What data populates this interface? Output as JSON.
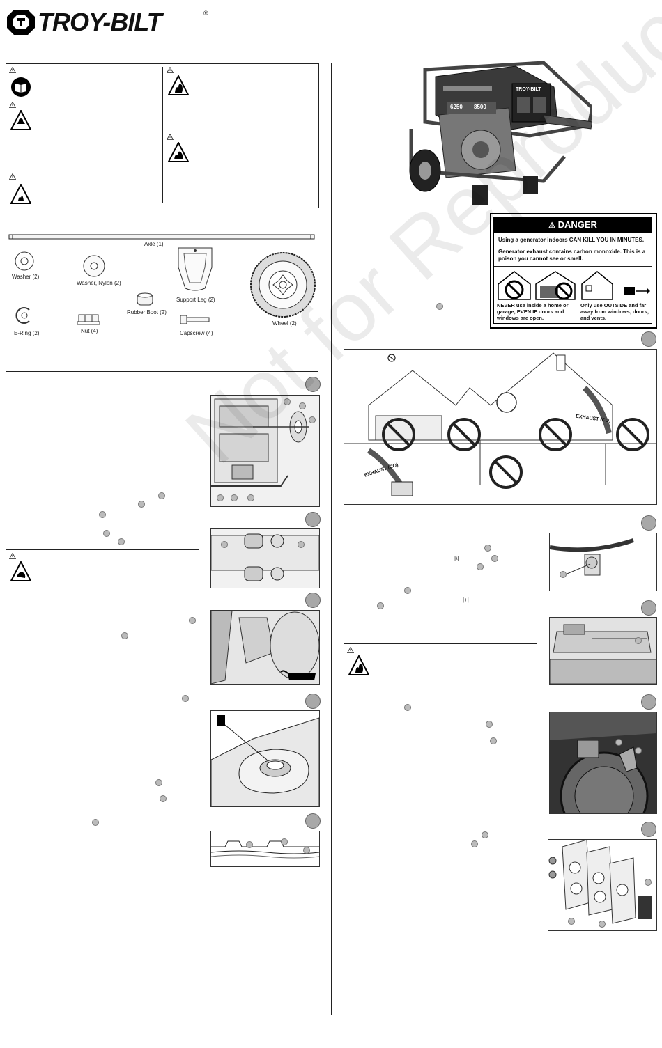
{
  "brand": {
    "logo_text": "TROY-BILT",
    "registered": "®"
  },
  "parts": [
    {
      "key": "axle",
      "label": "Axle (1)"
    },
    {
      "key": "washer",
      "label": "Washer (2)"
    },
    {
      "key": "washer_nylon",
      "label": "Washer, Nylon (2)"
    },
    {
      "key": "support_leg",
      "label": "Support Leg (2)"
    },
    {
      "key": "rubber_boot",
      "label": "Rubber Boot (2)"
    },
    {
      "key": "wheel",
      "label": "Wheel (2)"
    },
    {
      "key": "e_ring",
      "label": "E-Ring (2)"
    },
    {
      "key": "nut",
      "label": "Nut (4)"
    },
    {
      "key": "capscrew",
      "label": "Capscrew (4)"
    }
  ],
  "danger_label": {
    "header": "DANGER",
    "line1": "Using a generator indoors CAN KILL YOU IN MINUTES.",
    "line2": "Generator exhaust contains carbon monoxide. This is a poison you cannot see or smell.",
    "left_caption": "NEVER use inside a home or garage, EVEN IF doors and windows are open.",
    "right_caption": "Only use OUTSIDE and far away from windows, doors, and vents."
  },
  "house_diagram": {
    "exhaust_label": "EXHAUST (CO)"
  },
  "generator": {
    "brand": "TROY-BILT",
    "running": "6250",
    "starting": "8500"
  },
  "watermark": "Not for Reproduction",
  "symbols": {
    "off": "|\\|",
    "plus": "|+|"
  },
  "colors": {
    "marker_gray": "#bbbbbb",
    "danger_black": "#000000"
  }
}
